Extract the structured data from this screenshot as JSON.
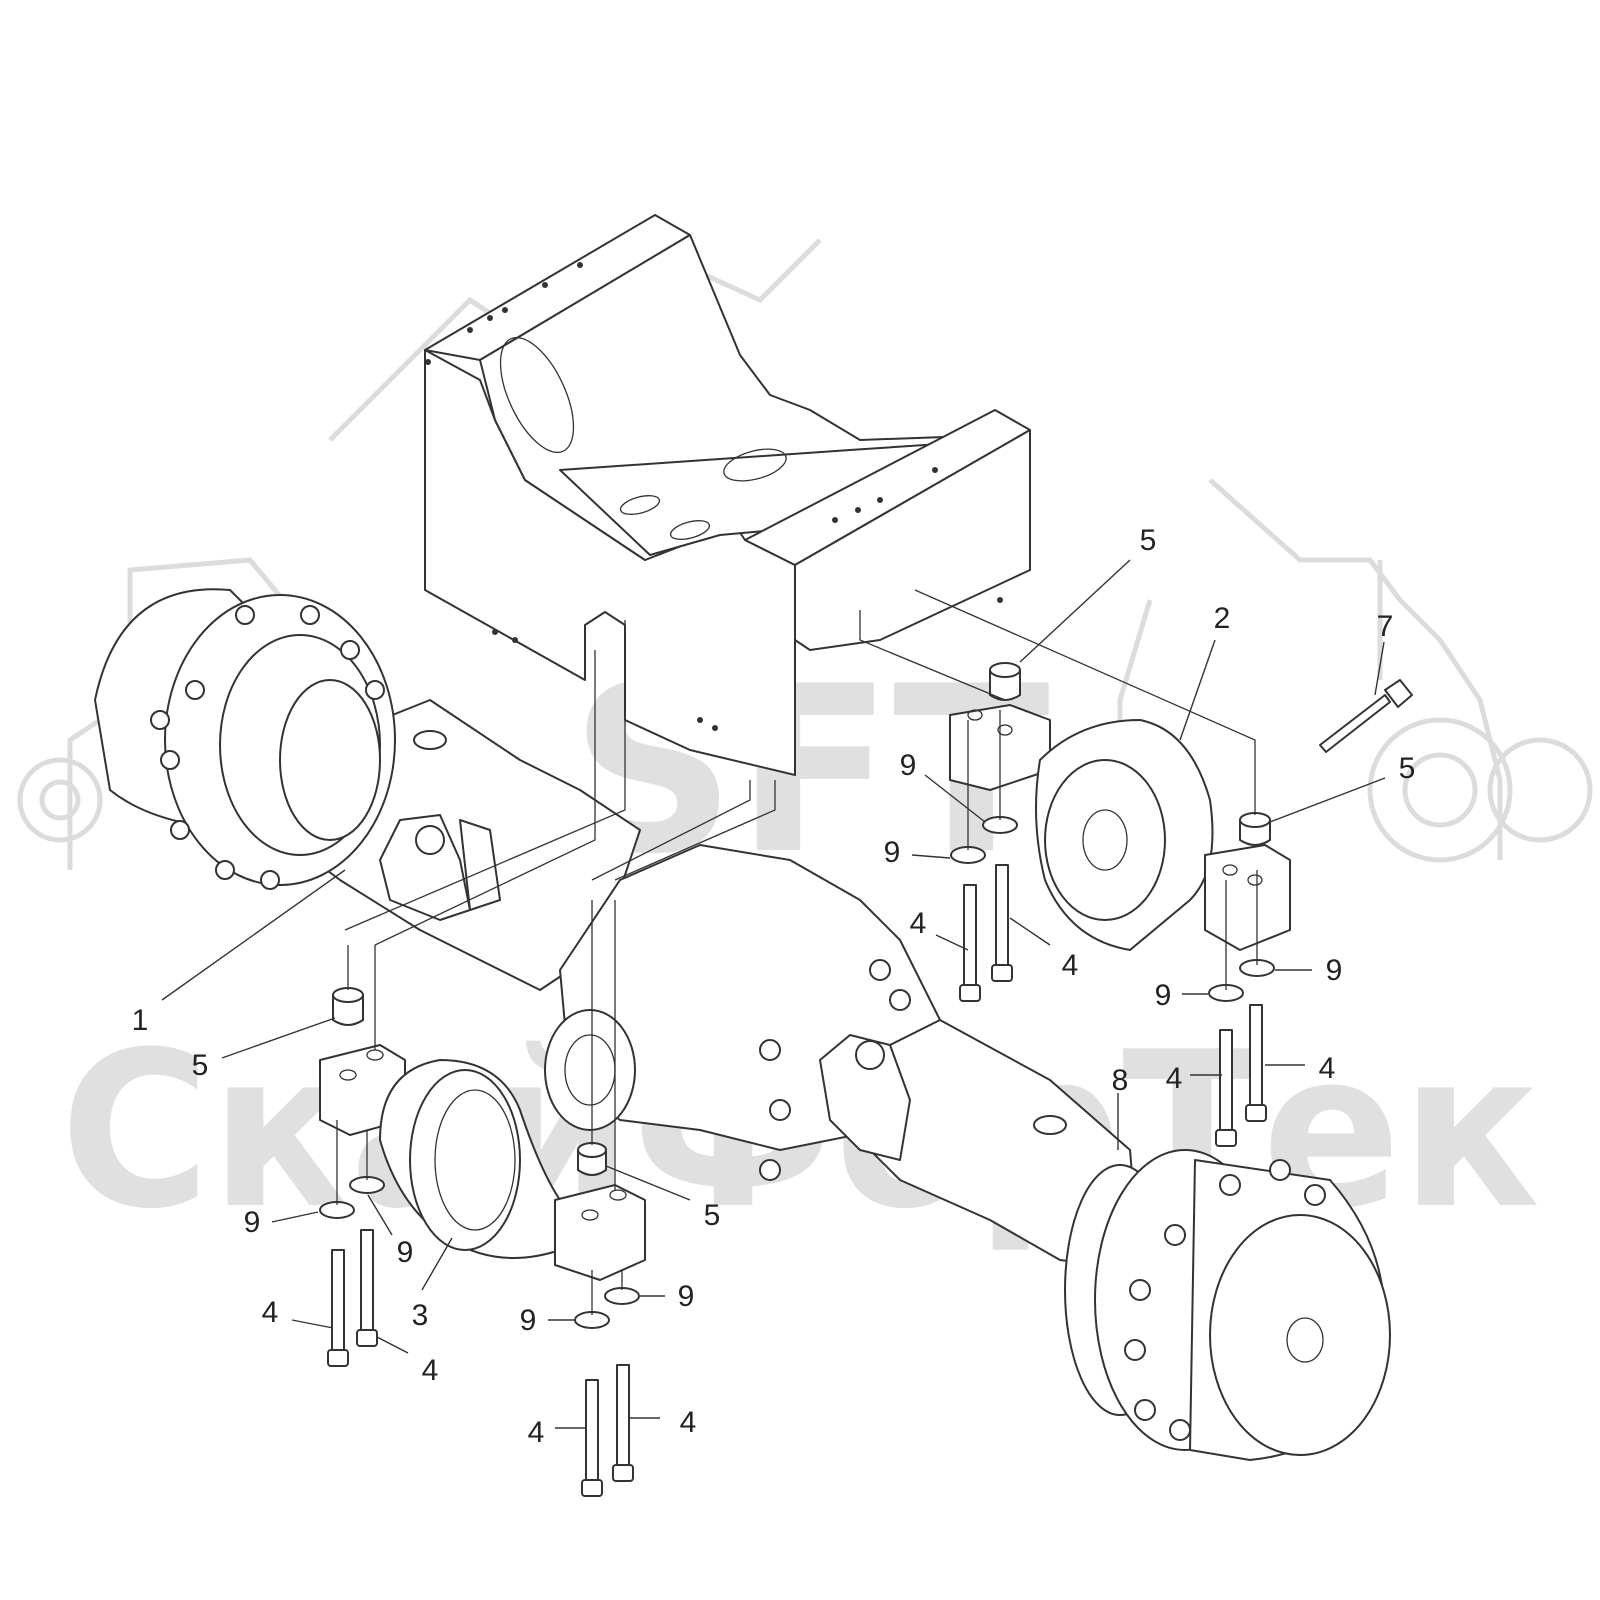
{
  "watermark": {
    "logo_text": "SFT",
    "brand_text": "СкайФорТек"
  },
  "callouts": [
    {
      "id": "c1",
      "text": "1"
    },
    {
      "id": "c2",
      "text": "2"
    },
    {
      "id": "c3",
      "text": "3"
    },
    {
      "id": "c4a",
      "text": "4"
    },
    {
      "id": "c4b",
      "text": "4"
    },
    {
      "id": "c4c",
      "text": "4"
    },
    {
      "id": "c4d",
      "text": "4"
    },
    {
      "id": "c4e",
      "text": "4"
    },
    {
      "id": "c4f",
      "text": "4"
    },
    {
      "id": "c4g",
      "text": "4"
    },
    {
      "id": "c4h",
      "text": "4"
    },
    {
      "id": "c5a",
      "text": "5"
    },
    {
      "id": "c5b",
      "text": "5"
    },
    {
      "id": "c5c",
      "text": "5"
    },
    {
      "id": "c5d",
      "text": "5"
    },
    {
      "id": "c7",
      "text": "7"
    },
    {
      "id": "c8",
      "text": "8"
    },
    {
      "id": "c9a",
      "text": "9"
    },
    {
      "id": "c9b",
      "text": "9"
    },
    {
      "id": "c9c",
      "text": "9"
    },
    {
      "id": "c9d",
      "text": "9"
    },
    {
      "id": "c9e",
      "text": "9"
    },
    {
      "id": "c9f",
      "text": "9"
    },
    {
      "id": "c9g",
      "text": "9"
    },
    {
      "id": "c9h",
      "text": "9"
    }
  ]
}
